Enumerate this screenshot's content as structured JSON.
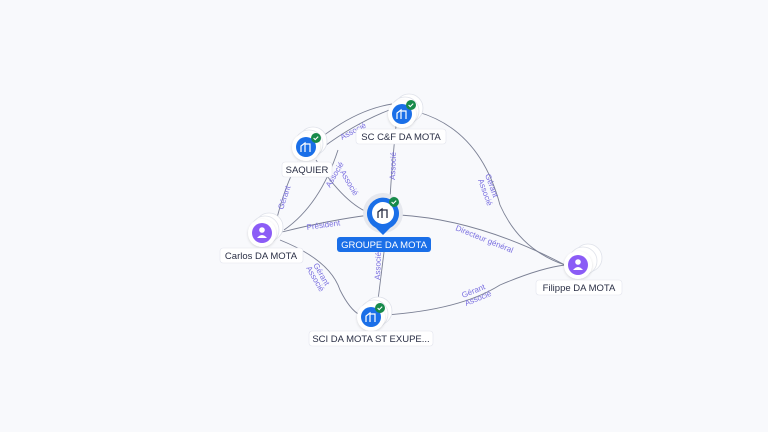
{
  "nodes": {
    "groupe": {
      "label": "GROUPE DA MOTA",
      "type": "company",
      "verified": true,
      "selected": true
    },
    "sccf": {
      "label": "SC C&F DA MOTA",
      "type": "company",
      "verified": true
    },
    "saquier": {
      "label": "SAQUIER",
      "type": "company",
      "verified": true
    },
    "carlos": {
      "label": "Carlos DA MOTA",
      "type": "person"
    },
    "filippe": {
      "label": "Filippe DA MOTA",
      "type": "person"
    },
    "sci": {
      "label": "SCI DA MOTA ST EXUPE...",
      "type": "company",
      "verified": true
    }
  },
  "edges": {
    "saquier_sccf": "Associé",
    "saquier_groupe": "Associé",
    "carlos_saquier_gerant": "Gérant",
    "carlos_saquier_assoc": "Associé",
    "sccf_groupe": "Associé",
    "carlos_groupe": "Président",
    "filippe_groupe": "Directeur général",
    "filippe_sccf_gerant": "Gérant",
    "filippe_sccf_assoc": "Associé",
    "groupe_sci": "Associé",
    "carlos_sci_gerant": "Gérant",
    "carlos_sci_assoc": "Associé",
    "filippe_sci_gerant": "Gérant",
    "filippe_sci_assoc": "Associé"
  },
  "colors": {
    "company": "#1a6fe8",
    "person": "#8b5cf6",
    "verified": "#178a4a",
    "edge_label": "#7a6fe0"
  }
}
